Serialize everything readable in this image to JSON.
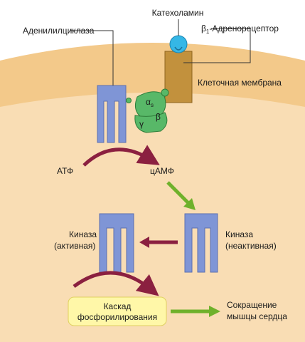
{
  "colors": {
    "cell_interior": "#f9ddb4",
    "membrane": "#f3c98a",
    "protein": "#7f95d6",
    "receptor": "#c2913d",
    "ligand": "#35b7e6",
    "g_protein": "#58b868",
    "reaction_arrow": "#8b2040",
    "signal_arrow": "#6fb12b",
    "cascade_box": "#fff7a8"
  },
  "labels": {
    "catecholamine": "Катехоламин",
    "adenylyl_cyclase": "Аденилилциклаза",
    "receptor_prefix": "β",
    "receptor_sub": "1",
    "receptor_suffix": "-Адренорецептор",
    "cell_membrane": "Клеточная мембрана",
    "alpha": "α",
    "alpha_sub": "s",
    "beta": "β",
    "gamma": "γ",
    "atp": "АТФ",
    "camp": "цАМФ",
    "kinase_active_line1": "Киназа",
    "kinase_active_line2": "(активная)",
    "kinase_inactive_line1": "Киназа",
    "kinase_inactive_line2": "(неактивная)",
    "cascade_line1": "Каскад",
    "cascade_line2": "фосфорилирования",
    "contraction_line1": "Сокращение",
    "contraction_line2": "мышцы сердца"
  }
}
